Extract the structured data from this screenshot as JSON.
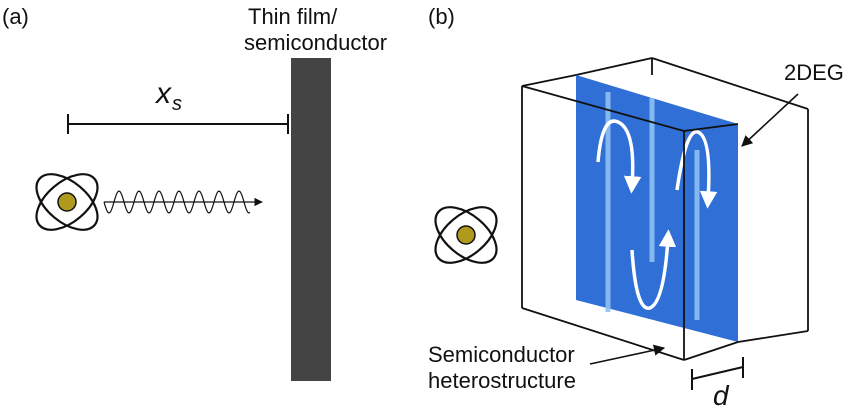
{
  "panel_a": {
    "label": "(a)",
    "film_label_line1": "Thin film/",
    "film_label_line2": "semiconductor",
    "distance_symbol": "x",
    "distance_subscript": "s"
  },
  "panel_b": {
    "label": "(b)",
    "gas_label": "2DEG",
    "hetero_label_line1": "Semiconductor",
    "hetero_label_line2": "heterostructure",
    "thickness_symbol": "d"
  },
  "colors": {
    "film": "#444444",
    "sheet": "#2f6fd6",
    "nucleus": "#b09a1e"
  }
}
